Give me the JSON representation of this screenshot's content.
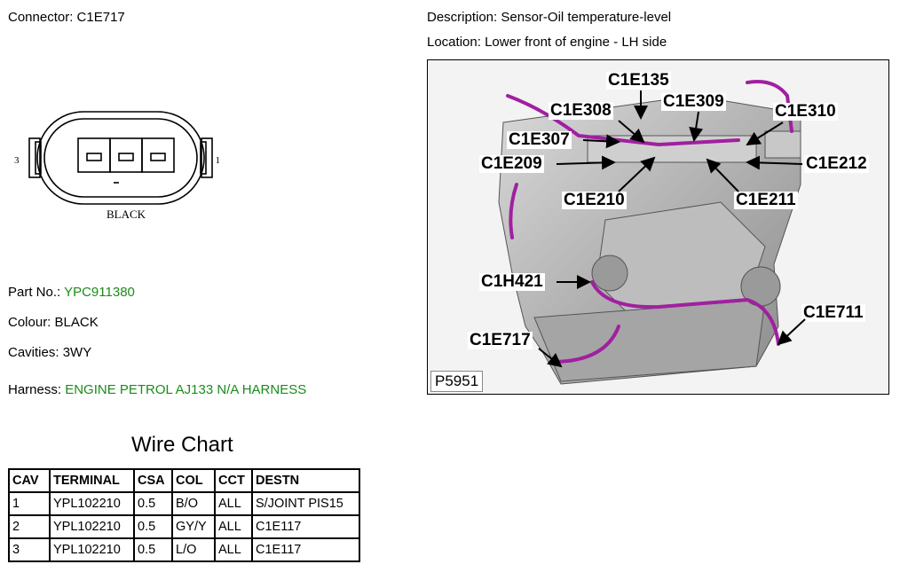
{
  "connector": {
    "label": "Connector:",
    "value": "C1E717"
  },
  "description": {
    "label": "Description:",
    "value": "Sensor-Oil temperature-level"
  },
  "location": {
    "label": "Location:",
    "value": "Lower front of engine - LH side"
  },
  "connector_face": {
    "pin_left": "3",
    "pin_right": "1",
    "colour_text": "BLACK"
  },
  "part_no": {
    "label": "Part No.:",
    "value": "YPC911380"
  },
  "colour": {
    "label": "Colour:",
    "value": "BLACK"
  },
  "cavities": {
    "label": "Cavities:",
    "value": "3WY"
  },
  "harness": {
    "label": "Harness:",
    "value": "ENGINE PETROL AJ133 N/A HARNESS"
  },
  "engine_figure": {
    "figure_id": "P5951",
    "callouts": [
      "C1E135",
      "C1E308",
      "C1E309",
      "C1E310",
      "C1E307",
      "C1E209",
      "C1E212",
      "C1E210",
      "C1E211",
      "C1H421",
      "C1E711",
      "C1E717"
    ]
  },
  "wire_chart": {
    "title": "Wire Chart",
    "columns": [
      "CAV",
      "TERMINAL",
      "CSA",
      "COL",
      "CCT",
      "DESTN"
    ],
    "rows": [
      [
        "1",
        "YPL102210",
        "0.5",
        "B/O",
        "ALL",
        "S/JOINT PIS15"
      ],
      [
        "2",
        "YPL102210",
        "0.5",
        "GY/Y",
        "ALL",
        "C1E117"
      ],
      [
        "3",
        "YPL102210",
        "0.5",
        "L/O",
        "ALL",
        "C1E117"
      ]
    ]
  },
  "colors": {
    "green_text": "#1a8c1a",
    "harness_purple": "#a020a0"
  }
}
